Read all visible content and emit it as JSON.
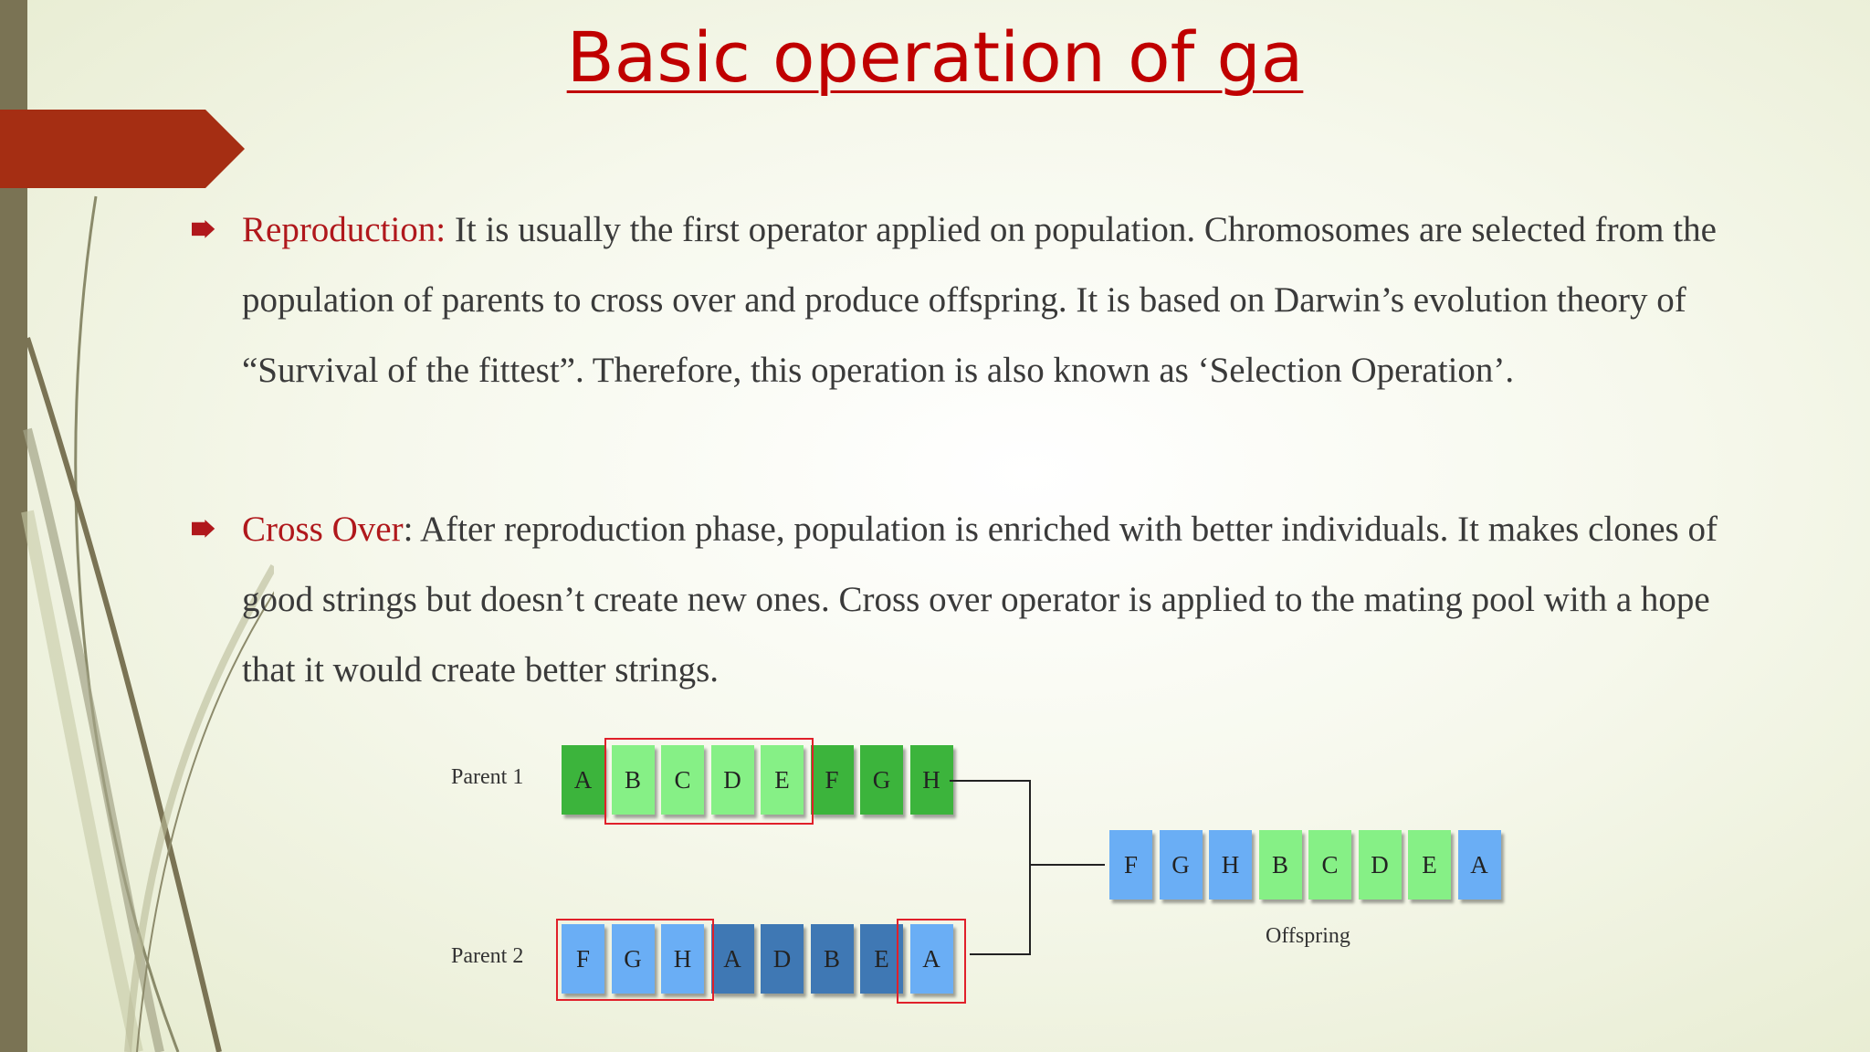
{
  "slide": {
    "title": "Basic operation of ga",
    "colors": {
      "accent_red": "#b0181c",
      "title_red": "#c00000",
      "arrow_orange": "#a52e13",
      "side_bar": "#7a7354"
    },
    "bullets": [
      {
        "icon": "arrow-bullet-icon",
        "term": "Reproduction:",
        "text": " It is usually the first operator applied on population. Chromosomes are selected from the population of parents to cross over and produce offspring. It is based on Darwin’s evolution theory of “Survival of the fittest”. Therefore, this operation is also known as ‘Selection Operation’."
      },
      {
        "icon": "arrow-bullet-icon",
        "term": "Cross Over",
        "text": ": After reproduction phase, population is enriched with better individuals. It makes clones of good strings but doesn’t create new ones. Cross over operator is applied to the mating pool with a hope that it would create better strings."
      }
    ]
  },
  "diagram": {
    "parent1": {
      "label": "Parent 1",
      "genes": [
        "A",
        "B",
        "C",
        "D",
        "E",
        "F",
        "G",
        "H"
      ],
      "colors": [
        "#3cb43c",
        "#86f086",
        "#86f086",
        "#86f086",
        "#86f086",
        "#3cb43c",
        "#3cb43c",
        "#3cb43c"
      ]
    },
    "parent2": {
      "label": "Parent 2",
      "genes": [
        "F",
        "G",
        "H",
        "A",
        "D",
        "B",
        "E",
        "A"
      ],
      "colors": [
        "#6aaef5",
        "#6aaef5",
        "#6aaef5",
        "#3f78b4",
        "#3f78b4",
        "#3f78b4",
        "#3f78b4",
        "#6aaef5"
      ]
    },
    "offspring": {
      "label": "Offspring",
      "genes": [
        "F",
        "G",
        "H",
        "B",
        "C",
        "D",
        "E",
        "A"
      ],
      "colors": [
        "#6aaef5",
        "#6aaef5",
        "#6aaef5",
        "#86f086",
        "#86f086",
        "#86f086",
        "#86f086",
        "#6aaef5"
      ]
    }
  }
}
